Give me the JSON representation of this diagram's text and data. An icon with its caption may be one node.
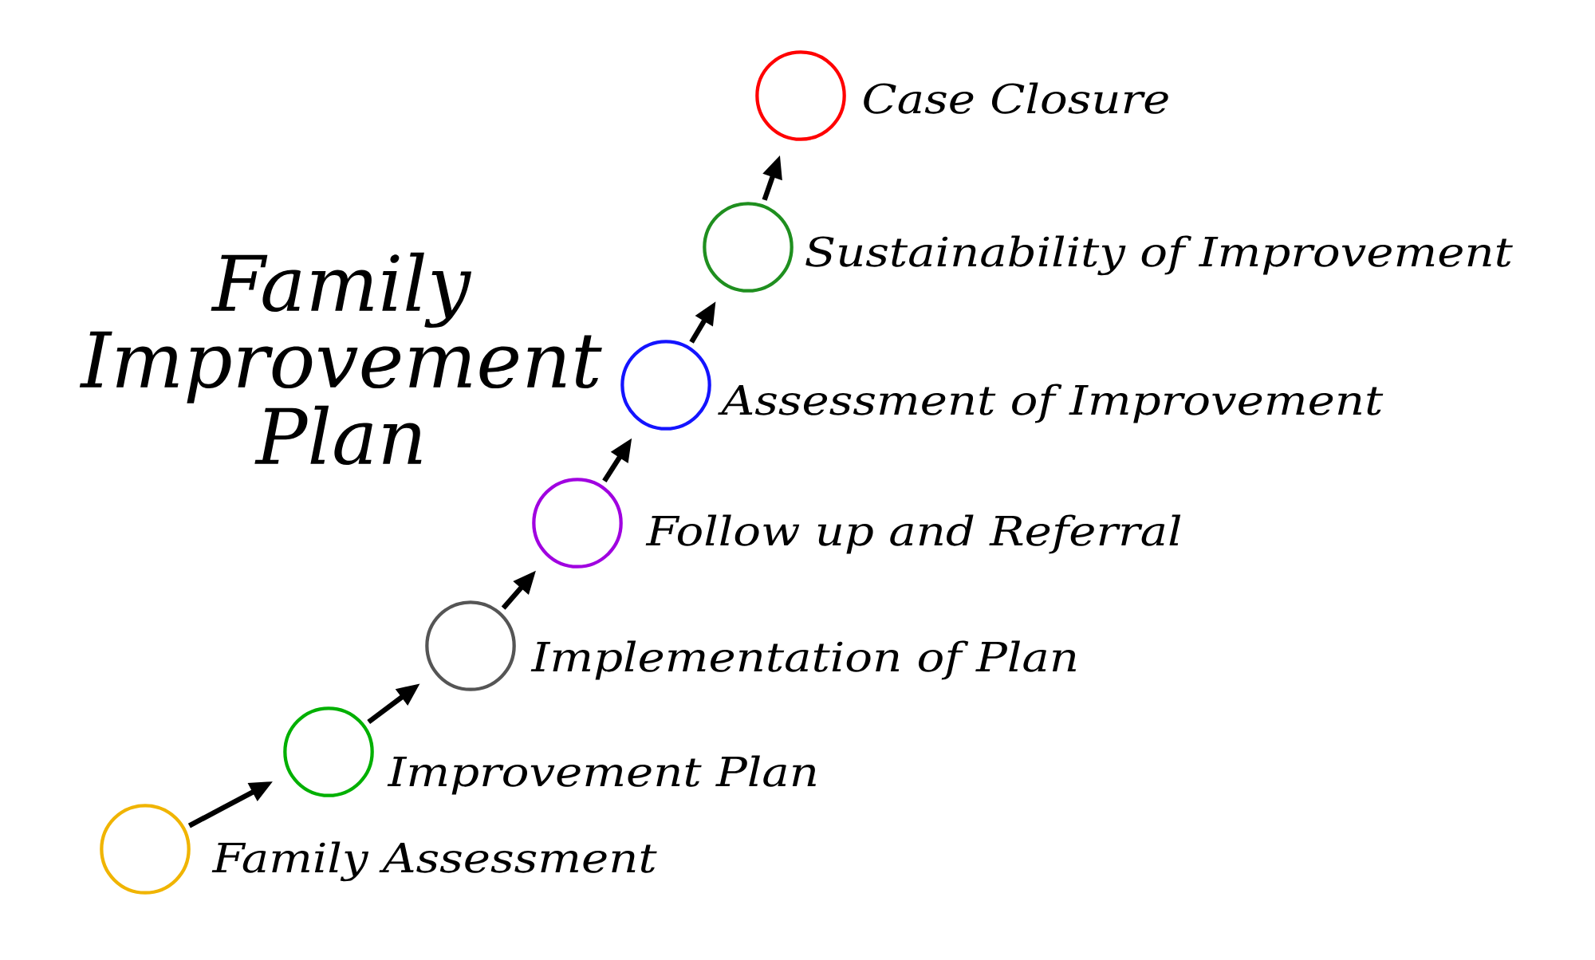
{
  "diagram": {
    "title": "Family Improvement Plan",
    "nodes": [
      {
        "text": [],
        "shape": "circle",
        "beside": [
          "Family Assessment"
        ]
      },
      {
        "text": [],
        "shape": "circle",
        "beside": [
          "Improvement Plan"
        ]
      },
      {
        "text": [],
        "shape": "circle",
        "beside": [
          "Implementation of Plan"
        ]
      },
      {
        "text": [],
        "shape": "circle",
        "beside": [
          "Follow up and Referral"
        ]
      },
      {
        "text": [],
        "shape": "circle",
        "beside": [
          "Assessment of Improvement"
        ]
      },
      {
        "text": [],
        "shape": "circle",
        "beside": [
          "Sustainability of Improvement"
        ]
      },
      {
        "text": [],
        "shape": "circle",
        "beside": [
          "Case Closure"
        ]
      }
    ],
    "edges": [
      {
        "from": 0,
        "to": 1,
        "arrow": "to"
      },
      {
        "from": 1,
        "to": 2,
        "arrow": "to"
      },
      {
        "from": 2,
        "to": 3,
        "arrow": "to"
      },
      {
        "from": 3,
        "to": 4,
        "arrow": "to"
      },
      {
        "from": 4,
        "to": 5,
        "arrow": "to"
      },
      {
        "from": 5,
        "to": 6,
        "arrow": "to"
      }
    ]
  }
}
